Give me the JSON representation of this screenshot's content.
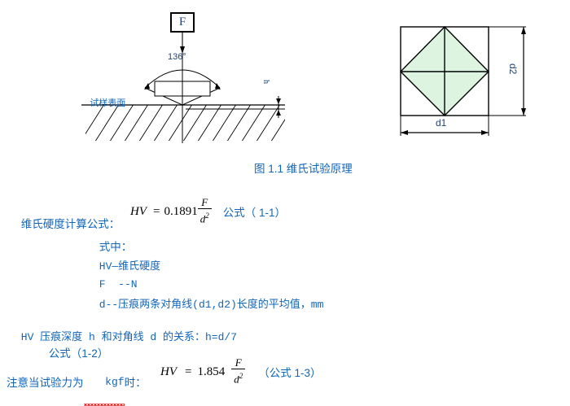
{
  "document": {
    "language": "zh-CN",
    "background_color": "#ffffff",
    "accent_text_color": "#1166bb",
    "math_text_color": "#000000",
    "spellcheck_color": "#e02020",
    "diamond_fill_color": "#ddf5e0",
    "line_color": "#000000"
  },
  "figure_left": {
    "force_label": "F",
    "angle_label": "136°",
    "surface_label": "试样表面",
    "depth_label": "h"
  },
  "figure_right": {
    "width_label": "d1",
    "height_label": "d2"
  },
  "caption": {
    "text": "图 1.1 维氏试验原理"
  },
  "formula_block": {
    "intro_label": "维氏硬度计算公式：",
    "equation_1": {
      "lhs": "HV",
      "equals": "=",
      "coefficient": "0.1891",
      "numerator": "F",
      "denominator": "d",
      "denominator_exponent": "2",
      "reference": "公式（ 1-1）"
    },
    "where_label": "式中：",
    "definitions": [
      "HV—维氏硬度",
      "F  --N",
      "d--压痕两条对角线(d1,d2)长度的平均值，mm"
    ]
  },
  "relation_line": {
    "text": "HV 压痕深度 h 和对角线 d 的关系：h=d/7",
    "reference": "公式（1-2）"
  },
  "note_line": {
    "prefix": "注意当试验力为",
    "unit": "kgf",
    "suffix": "时：",
    "equation_2": {
      "lhs": "HV",
      "equals": "=",
      "coefficient": "1.854",
      "numerator": "F",
      "denominator": "d",
      "denominator_exponent": "2",
      "reference": "（公式 1-3）"
    }
  }
}
